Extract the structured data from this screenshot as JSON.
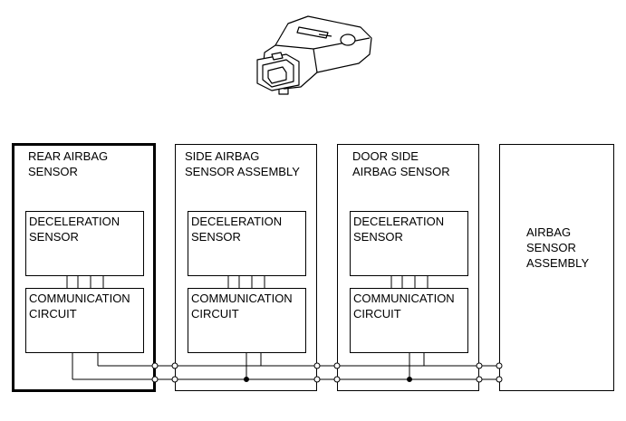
{
  "blocks": {
    "rear": {
      "title_lines": [
        "REAR AIRBAG",
        "SENSOR"
      ],
      "decel_lines": [
        "DECELERATION",
        "SENSOR"
      ],
      "comm_lines": [
        "COMMUNICATION",
        "CIRCUIT"
      ]
    },
    "side": {
      "title_lines": [
        "SIDE AIRBAG",
        "SENSOR ASSEMBLY"
      ],
      "decel_lines": [
        "DECELERATION",
        "SENSOR"
      ],
      "comm_lines": [
        "COMMUNICATION",
        "CIRCUIT"
      ]
    },
    "door": {
      "title_lines": [
        "DOOR SIDE",
        "AIRBAG SENSOR"
      ],
      "decel_lines": [
        "DECELERATION",
        "SENSOR"
      ],
      "comm_lines": [
        "COMMUNICATION",
        "CIRCUIT"
      ]
    },
    "airbag_assembly": {
      "lines": [
        "AIRBAG",
        "SENSOR",
        "ASSEMBLY"
      ]
    }
  }
}
